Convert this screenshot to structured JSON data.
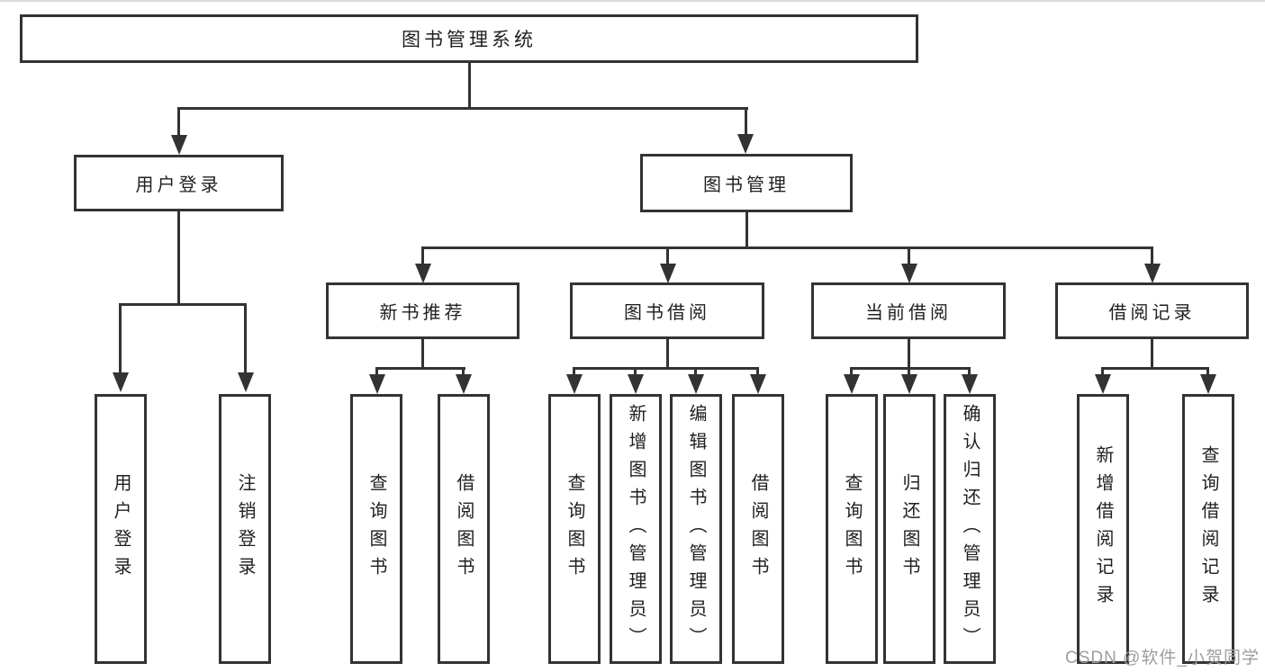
{
  "tree": {
    "root": {
      "label": "图书管理系统",
      "children": [
        {
          "label": "用户登录",
          "children": [
            {
              "label": "用户登录"
            },
            {
              "label": "注销登录"
            }
          ]
        },
        {
          "label": "图书管理",
          "children": [
            {
              "label": "新书推荐",
              "children": [
                {
                  "label": "查询图书"
                },
                {
                  "label": "借阅图书"
                }
              ]
            },
            {
              "label": "图书借阅",
              "children": [
                {
                  "label": "查询图书"
                },
                {
                  "label": "新增图书（管理员）"
                },
                {
                  "label": "编辑图书（管理员）"
                },
                {
                  "label": "借阅图书"
                }
              ]
            },
            {
              "label": "当前借阅",
              "children": [
                {
                  "label": "查询图书"
                },
                {
                  "label": "归还图书"
                },
                {
                  "label": "确认归还（管理员）"
                }
              ]
            },
            {
              "label": "借阅记录",
              "children": [
                {
                  "label": "新增借阅记录"
                },
                {
                  "label": "查询借阅记录"
                }
              ]
            }
          ]
        }
      ]
    }
  },
  "watermark": {
    "text": "CSDN @软件_小贺同学"
  },
  "colors": {
    "line": "#333333",
    "box_border": "#333333",
    "text": "#1f1f1f",
    "watermark": "#9e9e9e",
    "background": "#ffffff"
  }
}
